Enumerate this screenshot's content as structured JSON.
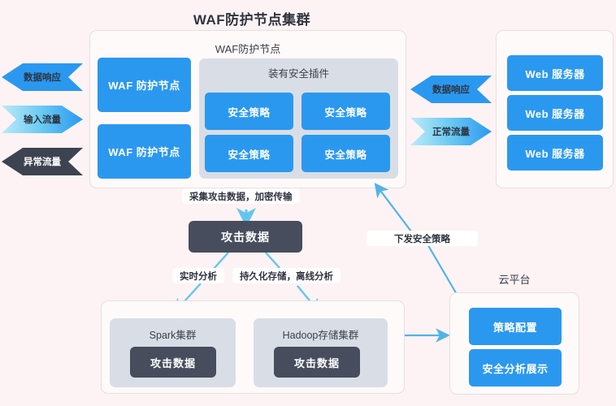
{
  "diagram": {
    "title": "WAF防护节点集群",
    "background_color": "#fdf3f4",
    "accent_blue": "#2b98f0",
    "accent_light_blue": "#6fcdf2",
    "dark_box_color": "#474d5c",
    "grey_panel_color": "#d9dee6"
  },
  "waf_cluster": {
    "panel_title": "WAF防护节点",
    "nodes": [
      {
        "label": "WAF 防护节点"
      },
      {
        "label": "WAF 防护节点"
      }
    ],
    "plugin_panel": {
      "title": "装有安全插件",
      "policies": [
        {
          "label": "安全策略"
        },
        {
          "label": "安全策略"
        },
        {
          "label": "安全策略"
        },
        {
          "label": "安全策略"
        }
      ]
    }
  },
  "left_arrows": [
    {
      "label": "数据响应",
      "direction": "left",
      "style": "blue"
    },
    {
      "label": "输入流量",
      "direction": "right",
      "style": "gradient"
    },
    {
      "label": "异常流量",
      "direction": "left",
      "style": "dark"
    }
  ],
  "middle_arrows": [
    {
      "label": "数据响应",
      "direction": "left",
      "style": "blue"
    },
    {
      "label": "正常流量",
      "direction": "right",
      "style": "gradient"
    }
  ],
  "web_servers": {
    "items": [
      {
        "label": "Web 服务器"
      },
      {
        "label": "Web 服务器"
      },
      {
        "label": "Web 服务器"
      }
    ]
  },
  "attack_data": {
    "label": "攻击数据"
  },
  "connector_labels": {
    "collect": "采集攻击数据，加密传输",
    "realtime": "实时分析",
    "persist": "持久化存储，离线分析",
    "dispatch": "下发安全策略"
  },
  "analytics": {
    "spark": {
      "title": "Spark集群",
      "box_label": "攻击数据"
    },
    "hadoop": {
      "title": "Hadoop存储集群",
      "box_label": "攻击数据"
    }
  },
  "cloud_platform": {
    "title": "云平台",
    "items": [
      {
        "label": "策略配置"
      },
      {
        "label": "安全分析展示"
      }
    ]
  }
}
